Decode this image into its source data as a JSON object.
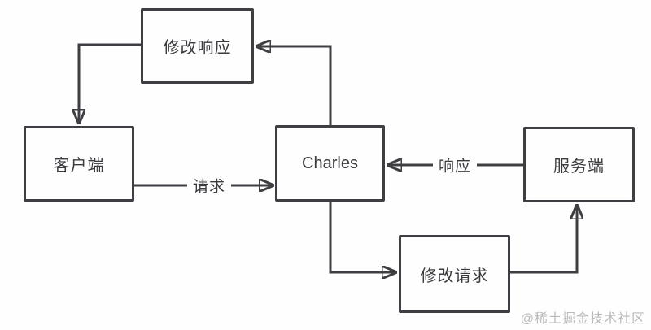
{
  "diagram": {
    "title_hint": "Charles proxy request/response interception flow",
    "nodes": {
      "modify_response": {
        "label": "修改响应"
      },
      "client": {
        "label": "客户端"
      },
      "charles": {
        "label": "Charles"
      },
      "server": {
        "label": "服务端"
      },
      "modify_request": {
        "label": "修改请求"
      }
    },
    "edge_labels": {
      "request": "请求",
      "response": "响应"
    },
    "edges": [
      {
        "from": "modify_response",
        "to": "client",
        "label": ""
      },
      {
        "from": "client",
        "to": "charles",
        "label": "请求"
      },
      {
        "from": "server",
        "to": "charles",
        "label": "响应"
      },
      {
        "from": "charles",
        "to": "modify_response",
        "label": ""
      },
      {
        "from": "charles",
        "to": "modify_request",
        "label": ""
      },
      {
        "from": "modify_request",
        "to": "server",
        "label": ""
      }
    ],
    "colors": {
      "line": "#3e3e43",
      "text": "#3a3a3f",
      "background": "#fefefe",
      "watermark": "#b9b9b9"
    }
  },
  "watermark": "@稀土掘金技术社区"
}
